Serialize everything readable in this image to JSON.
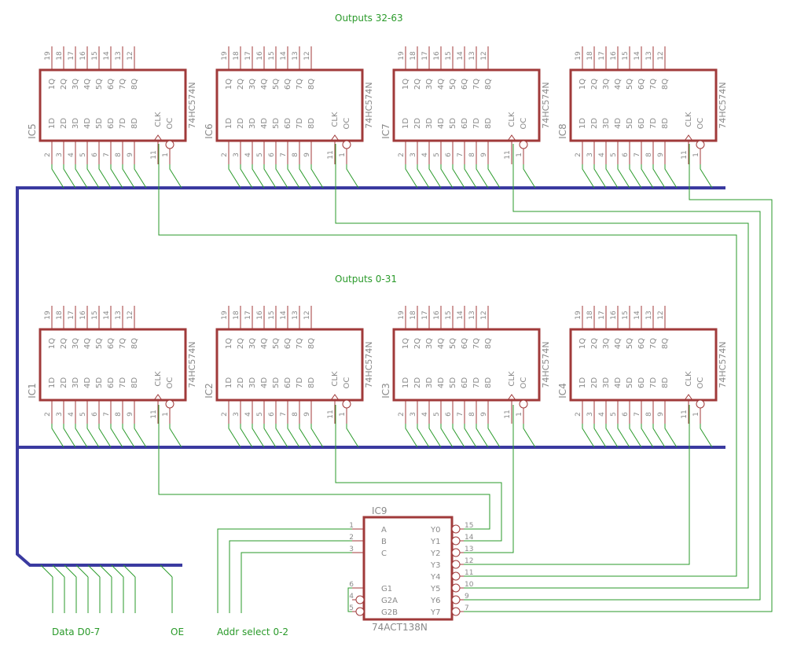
{
  "labels": {
    "outputs_top": "Outputs 32-63",
    "outputs_bottom": "Outputs 0-31",
    "data_bus": "Data D0-7",
    "oe": "OE",
    "addr": "Addr select 0-2"
  },
  "latch": {
    "type": "74HC574N",
    "q_pins": [
      "19",
      "18",
      "17",
      "16",
      "15",
      "14",
      "13",
      "12"
    ],
    "q_labels": [
      "1Q",
      "2Q",
      "3Q",
      "4Q",
      "5Q",
      "6Q",
      "7Q",
      "8Q"
    ],
    "d_pins": [
      "2",
      "3",
      "4",
      "5",
      "6",
      "7",
      "8",
      "9"
    ],
    "d_labels": [
      "1D",
      "2D",
      "3D",
      "4D",
      "5D",
      "6D",
      "7D",
      "8D"
    ],
    "clk_label": "CLK",
    "oc_label": "OC",
    "clk_pin": "11",
    "oc_pin": "1"
  },
  "ics_top": [
    "IC5",
    "IC6",
    "IC7",
    "IC8"
  ],
  "ics_bottom": [
    "IC1",
    "IC2",
    "IC3",
    "IC4"
  ],
  "decoder": {
    "name": "IC9",
    "type": "74ACT138N",
    "inputs": [
      {
        "pin": "1",
        "label": "A"
      },
      {
        "pin": "2",
        "label": "B"
      },
      {
        "pin": "3",
        "label": "C"
      },
      {
        "pin": "6",
        "label": "G1"
      },
      {
        "pin": "4",
        "label": "G2A"
      },
      {
        "pin": "5",
        "label": "G2B"
      }
    ],
    "outputs": [
      {
        "pin": "15",
        "label": "Y0"
      },
      {
        "pin": "14",
        "label": "Y1"
      },
      {
        "pin": "13",
        "label": "Y2"
      },
      {
        "pin": "12",
        "label": "Y3"
      },
      {
        "pin": "11",
        "label": "Y4"
      },
      {
        "pin": "10",
        "label": "Y5"
      },
      {
        "pin": "9",
        "label": "Y6"
      },
      {
        "pin": "7",
        "label": "Y7"
      }
    ]
  }
}
